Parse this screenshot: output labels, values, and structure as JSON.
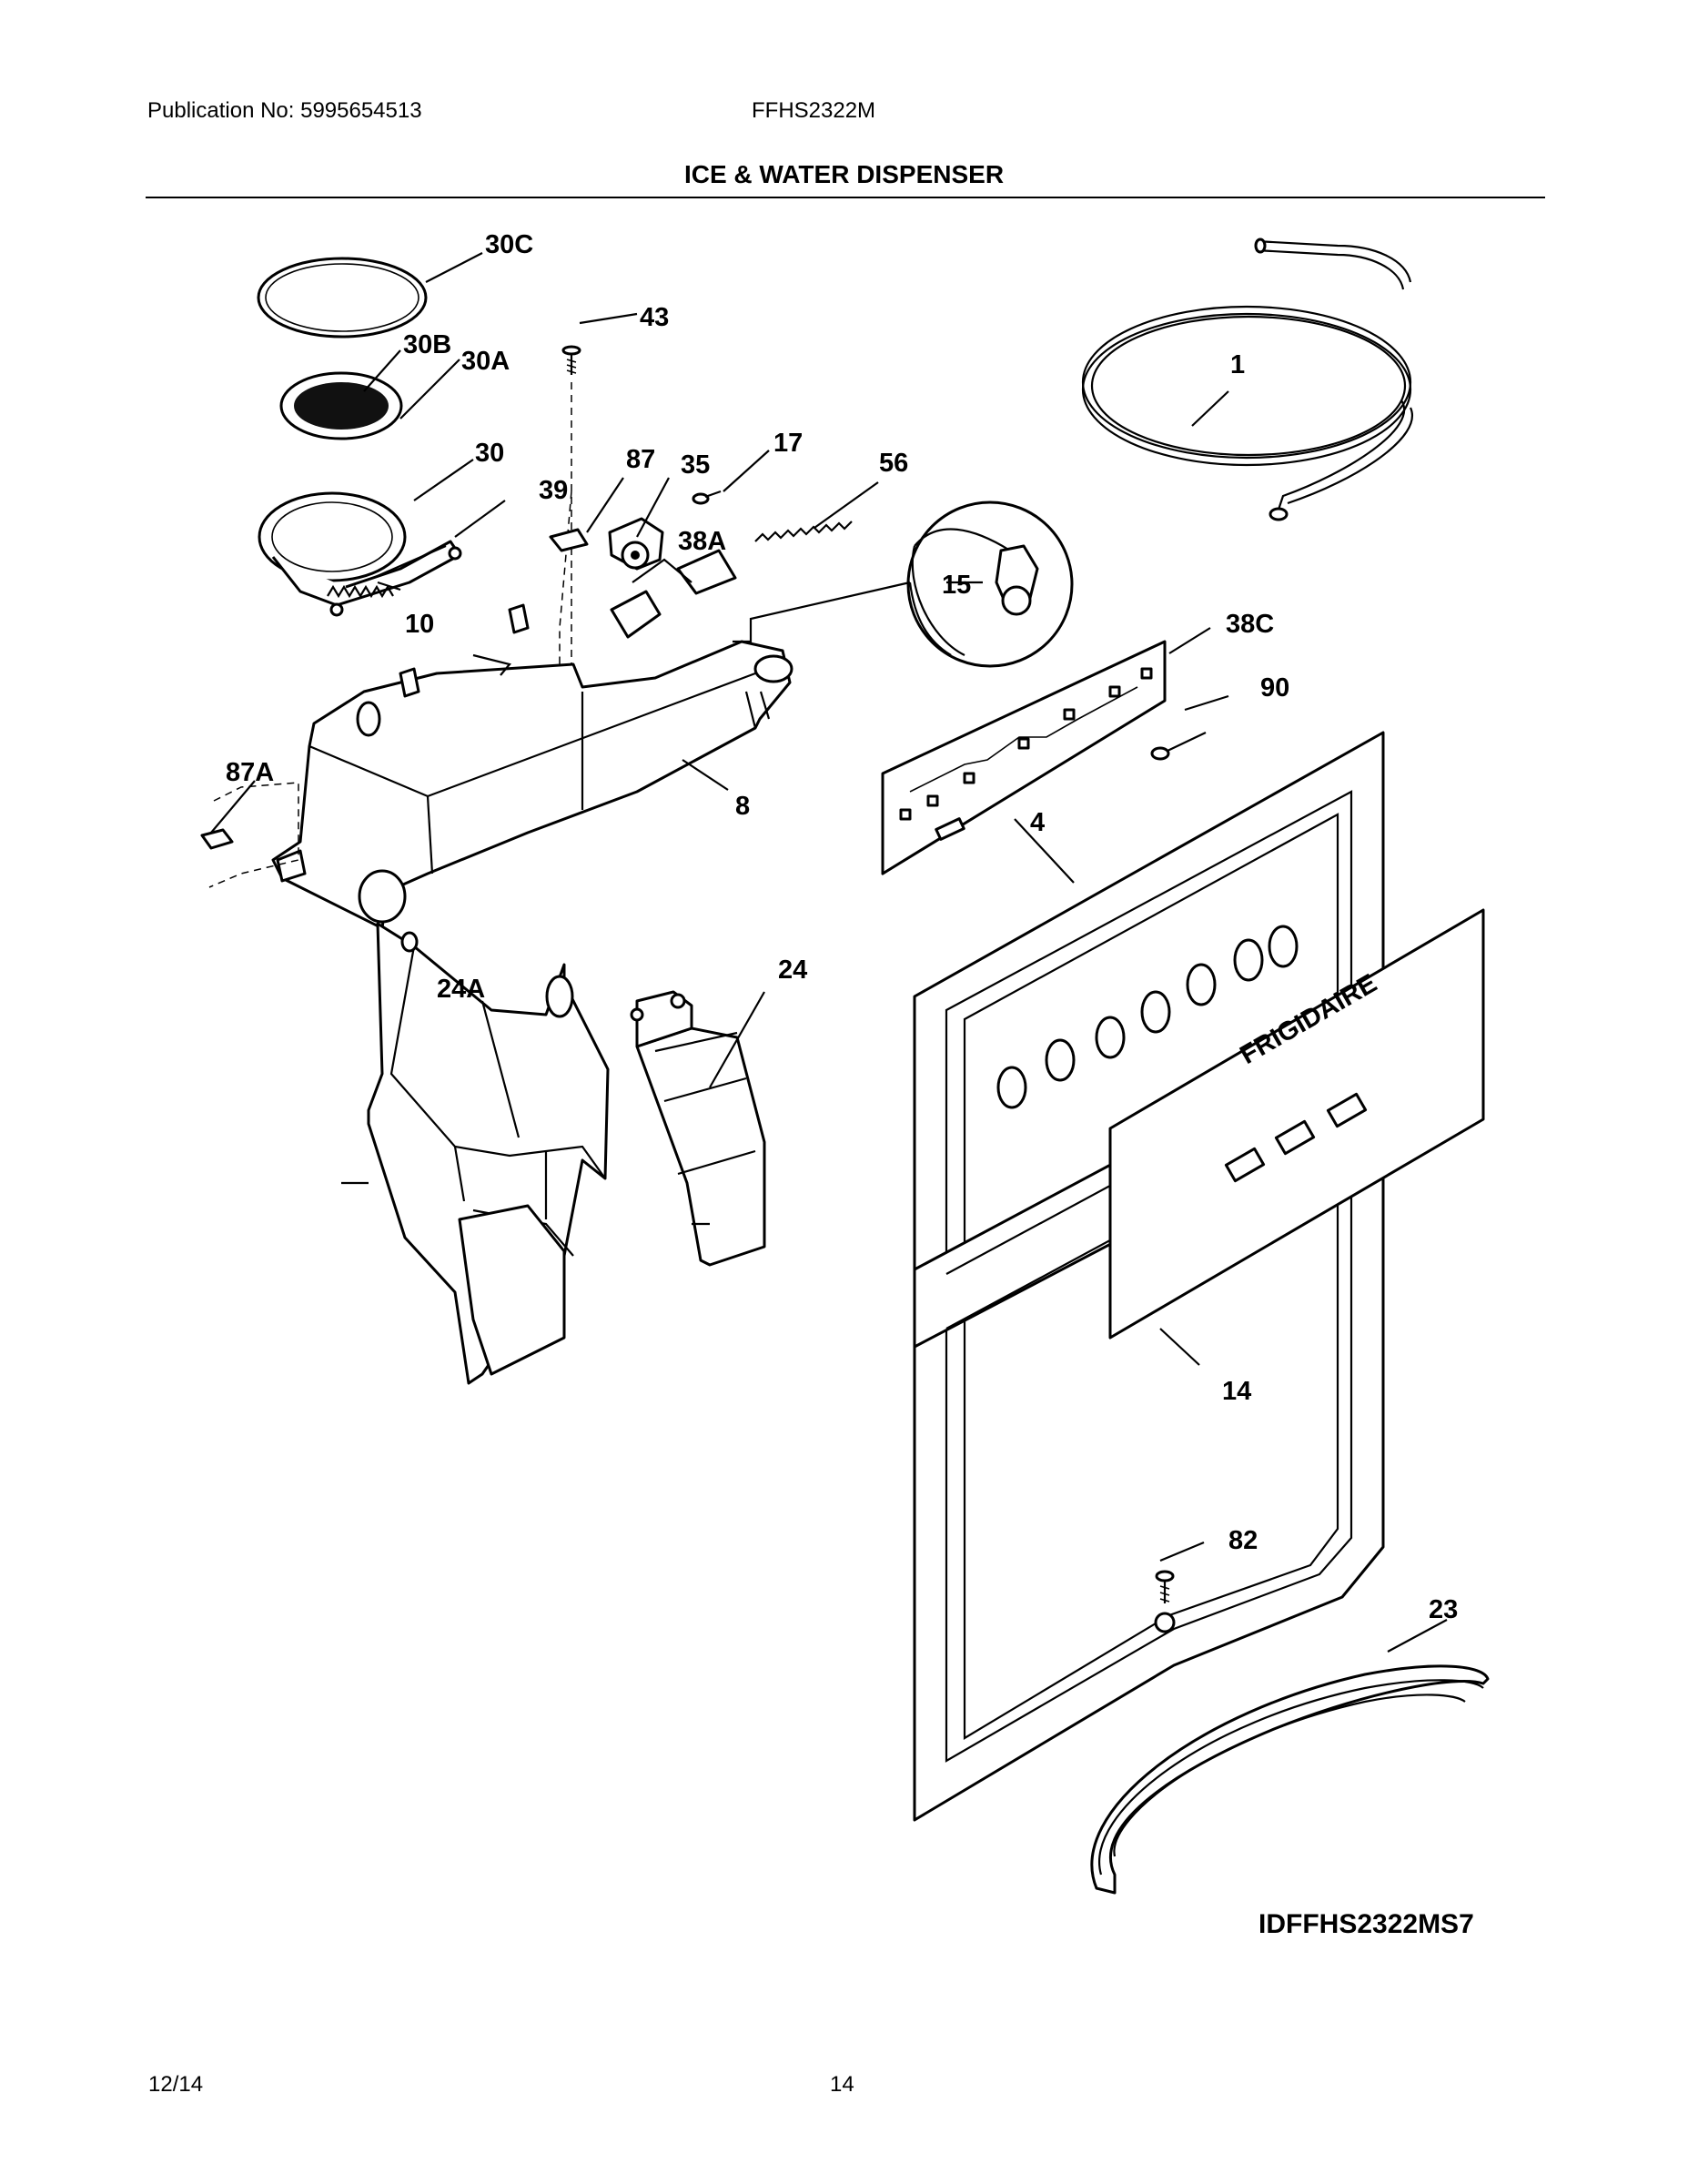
{
  "header": {
    "publication": "Publication No:  5995654513",
    "model": "FFHS2322M",
    "title": "ICE & WATER DISPENSER"
  },
  "diagram": {
    "callouts": [
      "30C",
      "43",
      "30B",
      "30A",
      "1",
      "30",
      "87",
      "35",
      "17",
      "56",
      "39",
      "38A",
      "15",
      "10",
      "38C",
      "90",
      "87A",
      "8",
      "4",
      "24A",
      "24",
      "14",
      "82",
      "23"
    ],
    "brand_text": "FRIGIDAIRE",
    "code": "IDFFHS2322MS7"
  },
  "footer": {
    "date": "12/14",
    "page": "14"
  }
}
